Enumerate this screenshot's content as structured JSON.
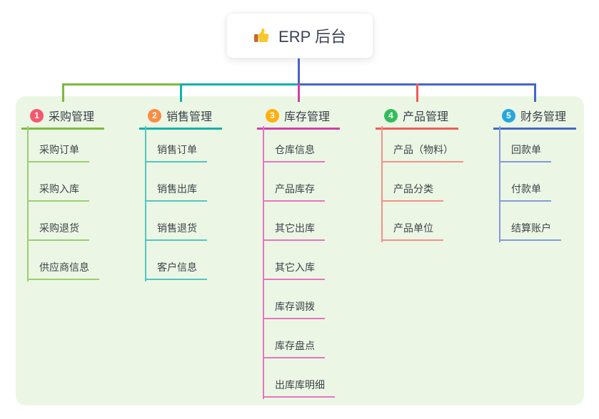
{
  "root": {
    "title": "ERP 后台",
    "icon": "thumbs-up-icon"
  },
  "branches": [
    {
      "index": "1",
      "title": "采购管理",
      "badge_color": "#f5586e",
      "line_color": "#7cb93f",
      "child_line_color": "#9bce70",
      "children": [
        "采购订单",
        "采购入库",
        "采购退货",
        "供应商信息"
      ]
    },
    {
      "index": "2",
      "title": "销售管理",
      "badge_color": "#fb8b43",
      "line_color": "#13b0a9",
      "child_line_color": "#52c5bf",
      "children": [
        "销售订单",
        "销售出库",
        "销售退货",
        "客户信息"
      ]
    },
    {
      "index": "3",
      "title": "库存管理",
      "badge_color": "#ffaf0f",
      "line_color": "#d53da5",
      "child_line_color": "#e873c1",
      "children": [
        "仓库信息",
        "产品库存",
        "其它出库",
        "其它入库",
        "库存调拨",
        "库存盘点",
        "出库库明细"
      ]
    },
    {
      "index": "4",
      "title": "产品管理",
      "badge_color": "#33bd5c",
      "line_color": "#f15b58",
      "child_line_color": "#f58f86",
      "children": [
        "产品（物料）",
        "产品分类",
        "产品单位"
      ]
    },
    {
      "index": "5",
      "title": "财务管理",
      "badge_color": "#26a6de",
      "line_color": "#4366c9",
      "child_line_color": "#8499db",
      "children": [
        "回款单",
        "付款单",
        "结算账户"
      ]
    }
  ],
  "colors": {
    "panel_background": "#ebf7e4",
    "root_connector": "#4c5fc8",
    "text_dark": "#3a3f4b",
    "thumb_yellow": "#f8c92c",
    "thumb_cuff": "#c26a2e"
  }
}
